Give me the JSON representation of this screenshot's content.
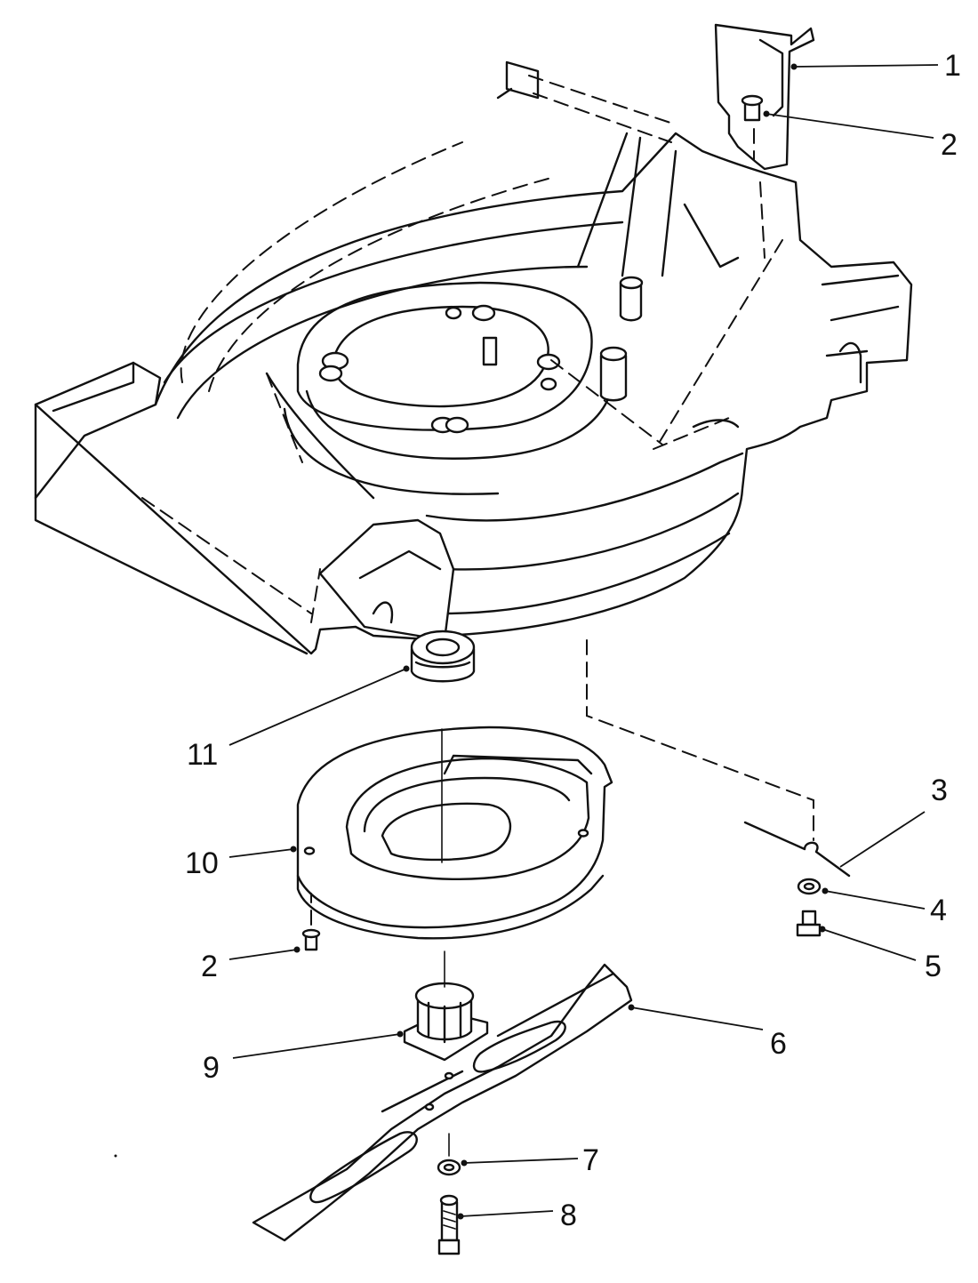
{
  "diagram": {
    "callouts": [
      "1",
      "2",
      "3",
      "4",
      "5",
      "6",
      "7",
      "8",
      "9",
      "10",
      "11",
      "2"
    ]
  }
}
